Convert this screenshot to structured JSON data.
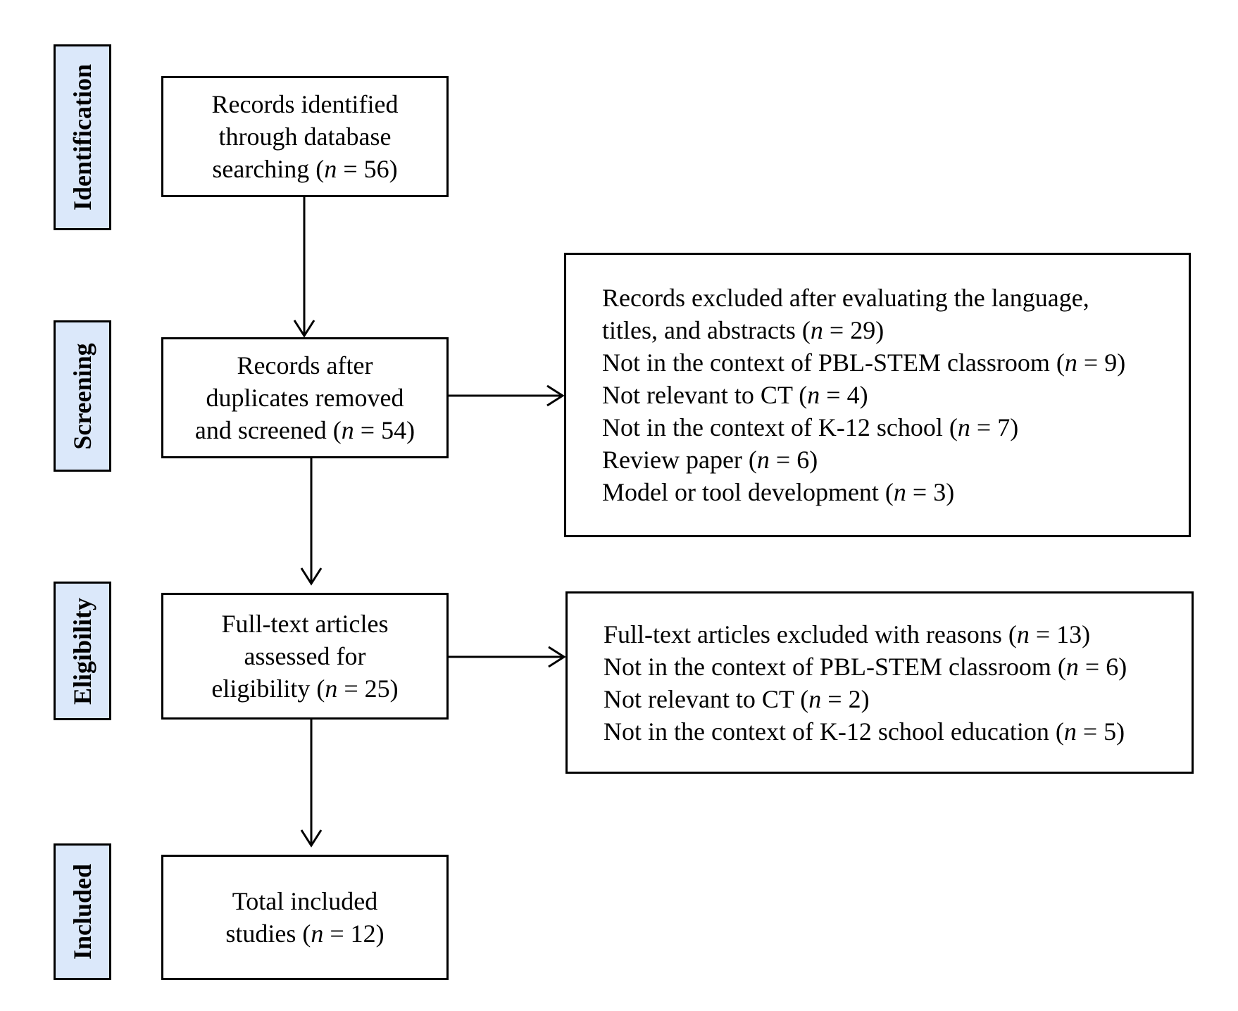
{
  "stages": [
    {
      "id": "identification",
      "label": "Identification"
    },
    {
      "id": "screening",
      "label": "Screening"
    },
    {
      "id": "eligibility",
      "label": "Eligibility"
    },
    {
      "id": "included",
      "label": "Included"
    }
  ],
  "boxes": {
    "identified": {
      "lines": [
        {
          "pre": "Records identified"
        },
        {
          "pre": "through database"
        },
        {
          "pre": "searching (",
          "n": "n",
          "post": " = 56)"
        }
      ]
    },
    "screened": {
      "lines": [
        {
          "pre": "Records after"
        },
        {
          "pre": "duplicates removed"
        },
        {
          "pre": "and screened (",
          "n": "n",
          "post": " = 54)"
        }
      ]
    },
    "excluded_screening": {
      "lines": [
        {
          "pre": "Records excluded after evaluating the language,"
        },
        {
          "pre": "titles, and abstracts (",
          "n": "n",
          "post": " = 29)"
        },
        {
          "pre": "Not in the context of PBL-STEM classroom (",
          "n": "n",
          "post": " = 9)"
        },
        {
          "pre": "Not relevant to CT (",
          "n": "n",
          "post": " = 4)"
        },
        {
          "pre": "Not in the context of K-12 school (",
          "n": "n",
          "post": " = 7)"
        },
        {
          "pre": "Review paper (",
          "n": "n",
          "post": " = 6)"
        },
        {
          "pre": "Model or tool development (",
          "n": "n",
          "post": " = 3)"
        }
      ]
    },
    "eligibility": {
      "lines": [
        {
          "pre": "Full-text articles"
        },
        {
          "pre": "assessed for"
        },
        {
          "pre": "eligibility (",
          "n": "n",
          "post": " = 25)"
        }
      ]
    },
    "excluded_fulltext": {
      "lines": [
        {
          "pre": "Full-text articles excluded with reasons (",
          "n": "n",
          "post": " = 13)"
        },
        {
          "pre": "Not in the context of PBL-STEM classroom (",
          "n": "n",
          "post": " = 6)"
        },
        {
          "pre": "Not relevant to CT (",
          "n": "n",
          "post": " = 2)"
        },
        {
          "pre": "Not in the context of K-12 school education (",
          "n": "n",
          "post": " = 5)"
        }
      ]
    },
    "included": {
      "lines": [
        {
          "pre": "Total included"
        },
        {
          "pre": "studies (",
          "n": "n",
          "post": " = 12)"
        }
      ]
    }
  },
  "colors": {
    "stage_fill": "#dbe8fa",
    "stroke": "#000000"
  }
}
